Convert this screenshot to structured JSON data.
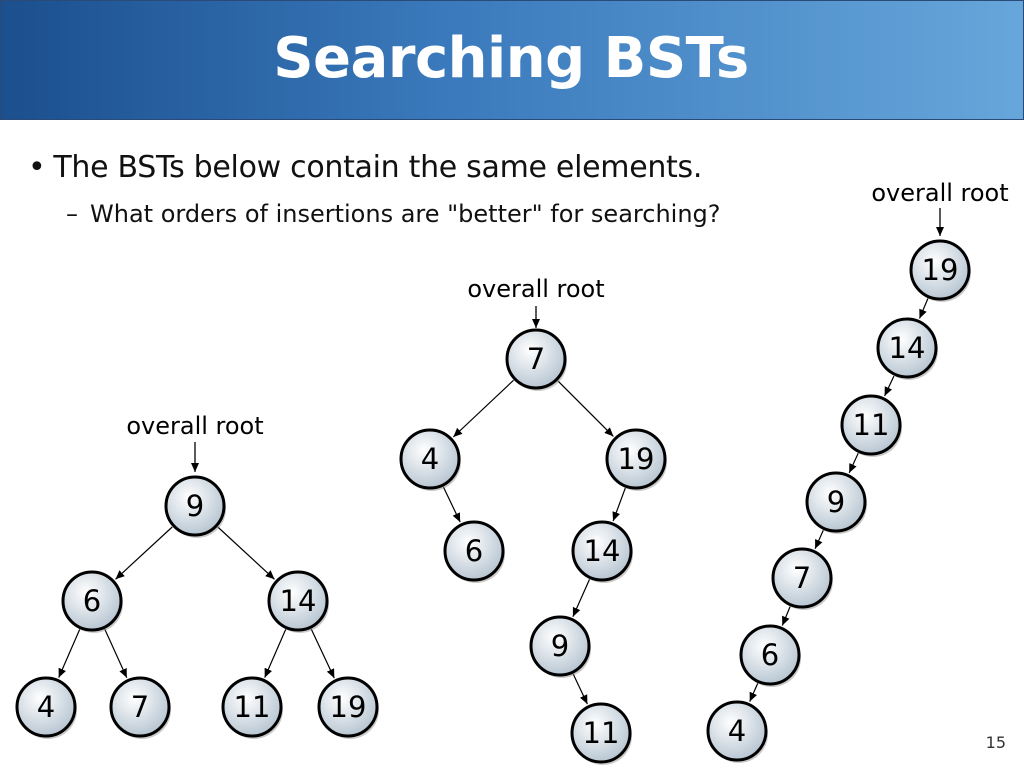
{
  "slide": {
    "title": "Searching BSTs",
    "bullet": "The BSTs below contain the same elements.",
    "bullet_symbol": "•",
    "sub_bullet": "What orders of insertions are \"better\" for searching?",
    "sub_bullet_symbol": "–",
    "page_number": "15",
    "colors": {
      "title_gradient_left": "#1b4f8e",
      "title_gradient_right": "#67a6da",
      "node_fill_center": "#ffffff",
      "node_fill_edge": "#b9c7d3"
    }
  },
  "trees": [
    {
      "root_label": "overall root",
      "nodes": [
        {
          "id": "n9",
          "value": "9"
        },
        {
          "id": "n6",
          "value": "6"
        },
        {
          "id": "n14",
          "value": "14"
        },
        {
          "id": "n4",
          "value": "4"
        },
        {
          "id": "n7",
          "value": "7"
        },
        {
          "id": "n11",
          "value": "11"
        },
        {
          "id": "n19",
          "value": "19"
        }
      ],
      "edges": [
        [
          "n9",
          "n6"
        ],
        [
          "n9",
          "n14"
        ],
        [
          "n6",
          "n4"
        ],
        [
          "n6",
          "n7"
        ],
        [
          "n14",
          "n11"
        ],
        [
          "n14",
          "n19"
        ]
      ]
    },
    {
      "root_label": "overall root",
      "nodes": [
        {
          "id": "n7",
          "value": "7"
        },
        {
          "id": "n4",
          "value": "4"
        },
        {
          "id": "n19",
          "value": "19"
        },
        {
          "id": "n6",
          "value": "6"
        },
        {
          "id": "n14",
          "value": "14"
        },
        {
          "id": "n9",
          "value": "9"
        },
        {
          "id": "n11",
          "value": "11"
        }
      ],
      "edges": [
        [
          "n7",
          "n4"
        ],
        [
          "n7",
          "n19"
        ],
        [
          "n4",
          "n6"
        ],
        [
          "n19",
          "n14"
        ],
        [
          "n14",
          "n9"
        ],
        [
          "n9",
          "n11"
        ]
      ]
    },
    {
      "root_label": "overall root",
      "nodes": [
        {
          "id": "n19",
          "value": "19"
        },
        {
          "id": "n14",
          "value": "14"
        },
        {
          "id": "n11",
          "value": "11"
        },
        {
          "id": "n9",
          "value": "9"
        },
        {
          "id": "n7",
          "value": "7"
        },
        {
          "id": "n6",
          "value": "6"
        },
        {
          "id": "n4",
          "value": "4"
        }
      ],
      "edges": [
        [
          "n19",
          "n14"
        ],
        [
          "n14",
          "n11"
        ],
        [
          "n11",
          "n9"
        ],
        [
          "n9",
          "n7"
        ],
        [
          "n7",
          "n6"
        ],
        [
          "n6",
          "n4"
        ]
      ]
    }
  ]
}
